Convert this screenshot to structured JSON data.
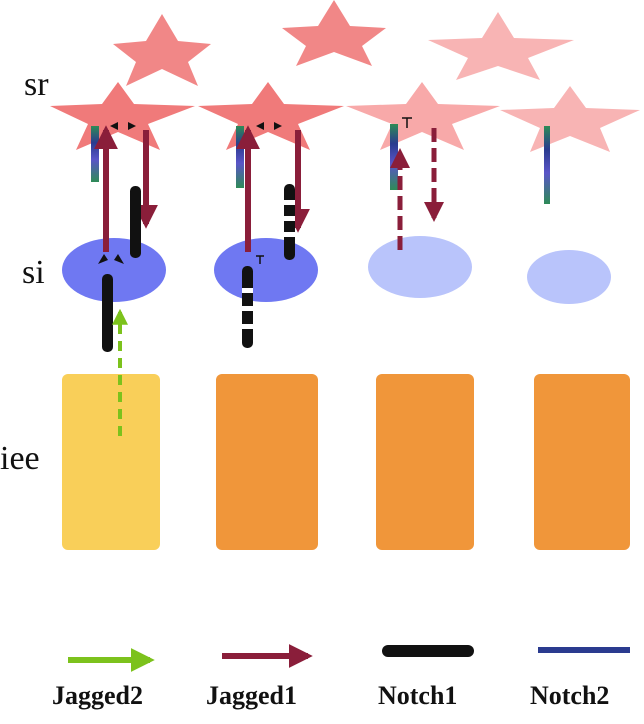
{
  "rows": {
    "stellate_reticulum": "sr",
    "stratum_intermedium": "si",
    "inner_enamel_epithelium": "iee"
  },
  "legend": {
    "jagged2": "Jagged2",
    "jagged1": "Jagged1",
    "notch1": "Notch1",
    "notch2": "Notch2"
  },
  "colors": {
    "star_strong": "#f07a7a",
    "star_faint": "#f8b4b4",
    "si_strong": "#6f78f2",
    "si_faint": "#b9c4fb",
    "iee_yellow": "#f9cf59",
    "iee_orange": "#f0963a",
    "jagged2_arrow": "#7cc21c",
    "jagged1_arrow": "#8a1e3a",
    "notch1_bar": "#111111",
    "notch2_bar": "#2a3b8f"
  }
}
